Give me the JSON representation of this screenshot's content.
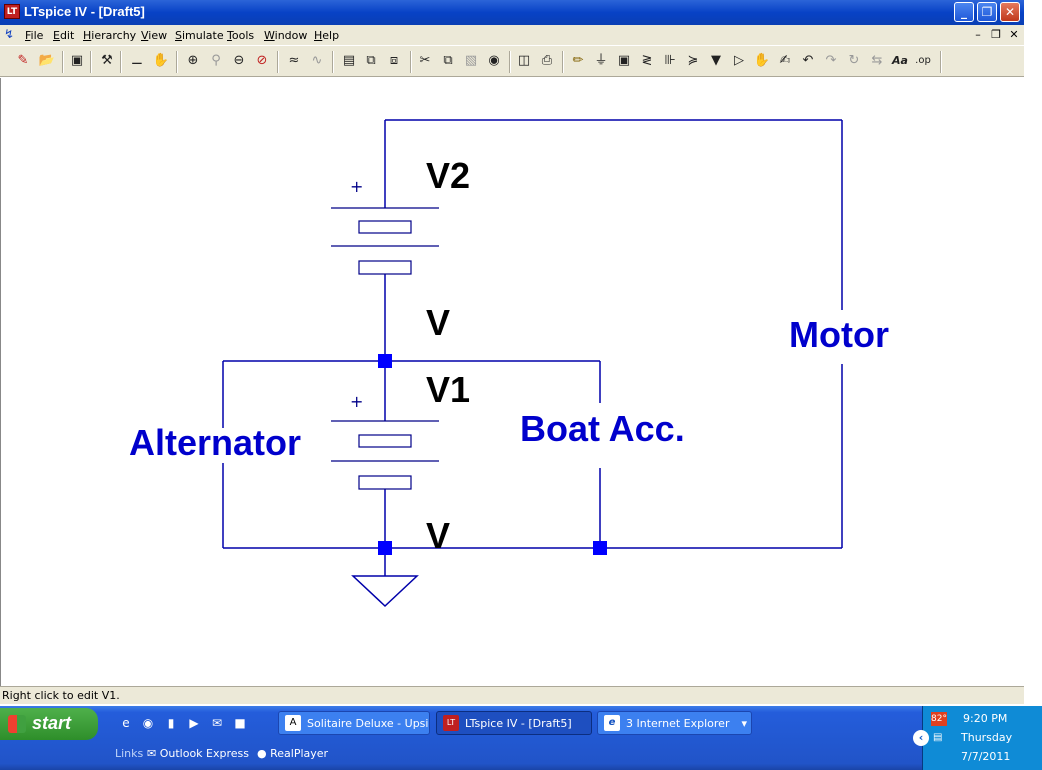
{
  "window": {
    "title": "LTspice IV - [Draft5]",
    "app_icon_text": "LT"
  },
  "menu": {
    "items": [
      "File",
      "Edit",
      "Hierarchy",
      "View",
      "Simulate",
      "Tools",
      "Window",
      "Help"
    ]
  },
  "toolbar": {
    "icons": [
      "new-schematic-icon",
      "open-icon",
      "save-icon",
      "control-panel-icon",
      "run-icon",
      "halt-icon",
      "zoom-in-icon",
      "zoom-area-icon",
      "zoom-out-icon",
      "zoom-fit-icon",
      "autoscale-icon",
      "waveform-icon",
      "tile-horizontal-icon",
      "cascade-icon",
      "tile-vertical-icon",
      "cut-icon",
      "copy-icon",
      "paste-icon",
      "find-icon",
      "print-preview-icon",
      "print-icon",
      "draw-wire-icon",
      "ground-icon",
      "label-net-icon",
      "resistor-icon",
      "capacitor-icon",
      "inductor-icon",
      "diode-icon",
      "component-icon",
      "move-icon",
      "drag-icon",
      "undo-icon",
      "redo-icon",
      "rotate-icon",
      "mirror-icon",
      "text-icon",
      "spice-directive-icon"
    ],
    "text_icon_label": "Aa",
    "spice_directive_label": ".op"
  },
  "schematic": {
    "labels": {
      "v2": "V2",
      "v2_value": "V",
      "v1": "V1",
      "v1_value": "V",
      "alternator": "Alternator",
      "boat_acc": "Boat Acc.",
      "motor": "Motor"
    },
    "plus_sign": "+",
    "colors": {
      "wire": "#0000aa",
      "junction": "#0000ff",
      "component_text": "#000000",
      "net_label_text": "#0000cc"
    }
  },
  "status": {
    "text": "Right click to edit V1."
  },
  "taskbar": {
    "start_label": "start",
    "buttons": [
      {
        "label": "Solitaire Deluxe - Upsi...",
        "icon": "A"
      },
      {
        "label": "LTspice IV - [Draft5]",
        "icon": "LT"
      },
      {
        "label": "3 Internet Explorer",
        "icon": "e"
      }
    ],
    "links_label": "Links",
    "links": [
      "Outlook Express",
      "RealPlayer"
    ],
    "tray": {
      "temperature": "82°",
      "time": "9:20 PM",
      "day": "Thursday",
      "date": "7/7/2011"
    }
  }
}
